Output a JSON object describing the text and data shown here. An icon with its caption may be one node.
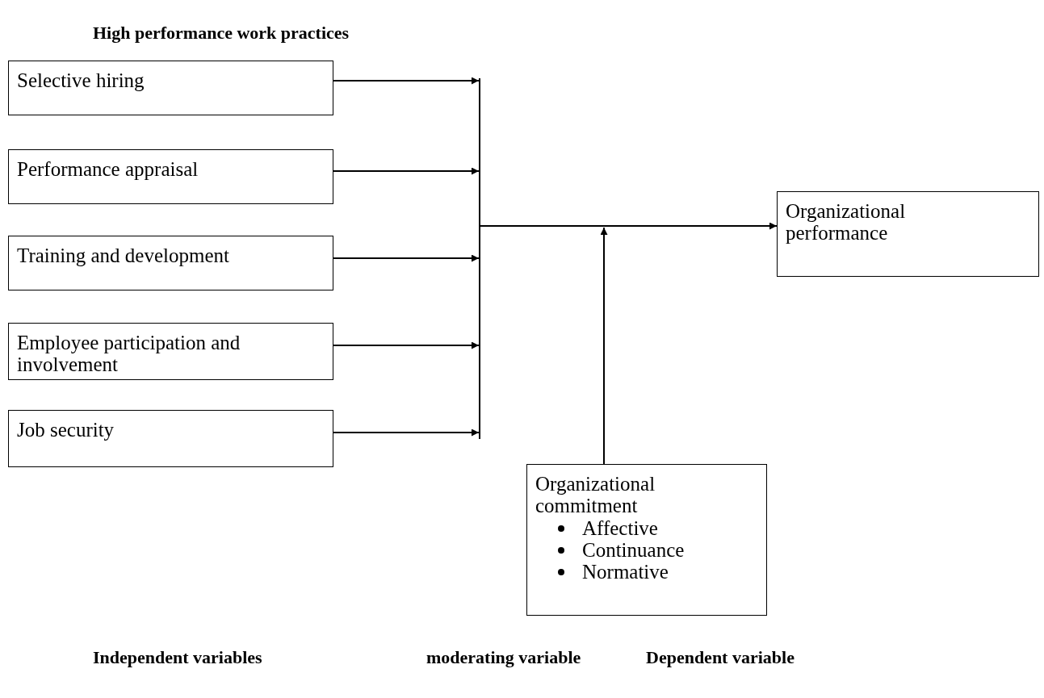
{
  "diagram": {
    "title": "High performance work practices",
    "nodes": [
      {
        "text": [
          "Selective hiring"
        ]
      },
      {
        "text": [
          "Performance appraisal"
        ]
      },
      {
        "text": [
          "Training and development"
        ]
      },
      {
        "text": [
          "Employee participation and involvement"
        ]
      },
      {
        "text": [
          "Job security"
        ]
      },
      {
        "text": [],
        "shape": "bar"
      },
      {
        "text": [
          "Organizational performance"
        ]
      },
      {
        "text": [
          "Organizational commitment",
          "Affective",
          "Continuance",
          "Normative"
        ]
      }
    ],
    "edges": [
      {
        "from": 0,
        "to": 5,
        "arrow": "to"
      },
      {
        "from": 1,
        "to": 5,
        "arrow": "to"
      },
      {
        "from": 2,
        "to": 5,
        "arrow": "to"
      },
      {
        "from": 3,
        "to": 5,
        "arrow": "to"
      },
      {
        "from": 4,
        "to": 5,
        "arrow": "to"
      },
      {
        "from": 5,
        "to": 6,
        "arrow": "to"
      },
      {
        "from": 7,
        "to": null,
        "arrow": "to"
      }
    ],
    "labels": [
      "Independent variables",
      "moderating variable",
      "Dependent variable"
    ]
  }
}
